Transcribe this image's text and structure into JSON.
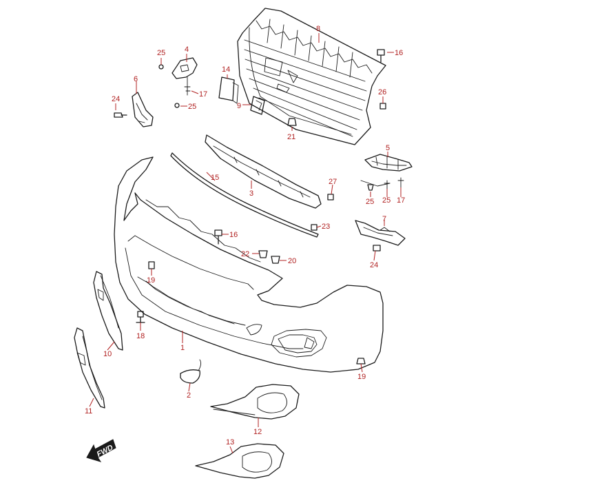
{
  "diagram": {
    "direction_label": "FWD",
    "accent_color": "#b02020",
    "line_color": "#1a1a1a",
    "callouts": [
      "1",
      "2",
      "3",
      "4",
      "5",
      "6",
      "7",
      "8",
      "9",
      "10",
      "11",
      "12",
      "13",
      "14",
      "15",
      "16",
      "16",
      "17",
      "17",
      "18",
      "19",
      "19",
      "20",
      "21",
      "22",
      "23",
      "24",
      "24",
      "25",
      "25",
      "25",
      "26",
      "27"
    ]
  }
}
